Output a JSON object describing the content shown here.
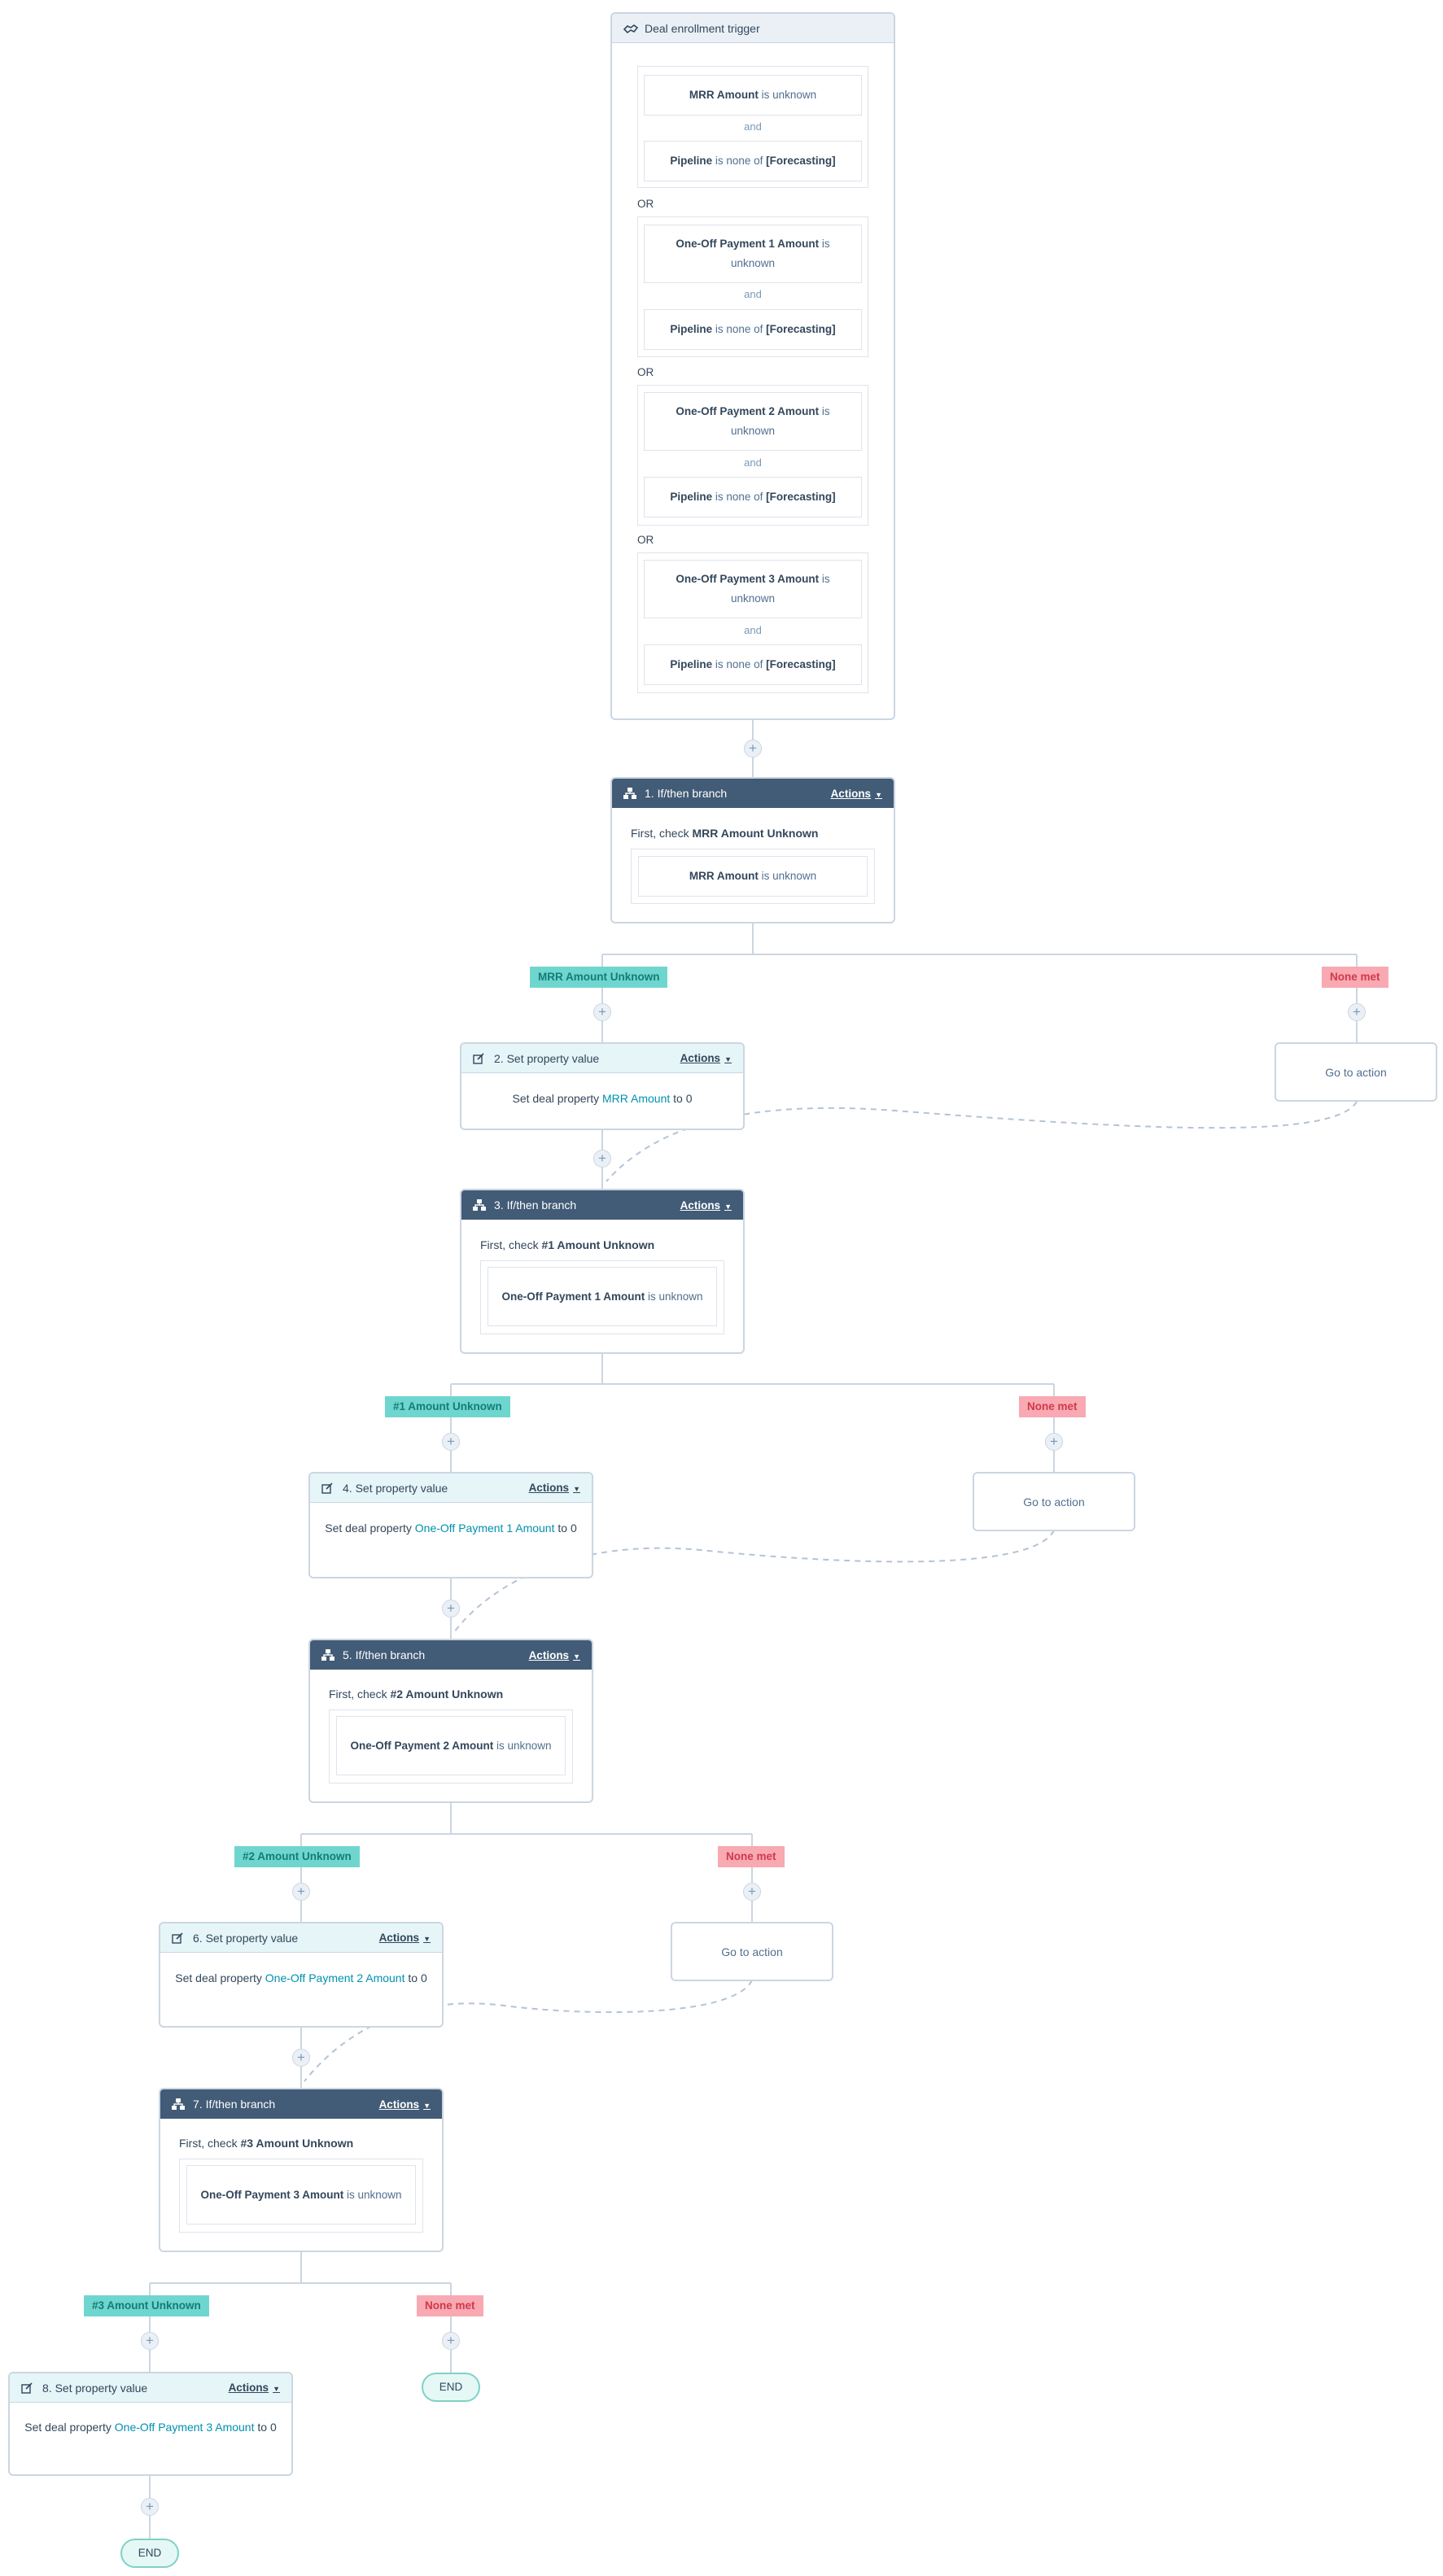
{
  "trigger": {
    "title": "Deal enrollment trigger",
    "icon": "deal-icon",
    "groups": [
      {
        "conditions": [
          {
            "prop": "MRR Amount",
            "op": "is unknown"
          },
          {
            "prop": "Pipeline",
            "op": "is none of",
            "val": "[Forecasting]"
          }
        ]
      },
      {
        "conditions": [
          {
            "prop": "One-Off Payment 1 Amount",
            "op": "is unknown"
          },
          {
            "prop": "Pipeline",
            "op": "is none of",
            "val": "[Forecasting]"
          }
        ]
      },
      {
        "conditions": [
          {
            "prop": "One-Off Payment 2 Amount",
            "op": "is unknown"
          },
          {
            "prop": "Pipeline",
            "op": "is none of",
            "val": "[Forecasting]"
          }
        ]
      },
      {
        "conditions": [
          {
            "prop": "One-Off Payment 3 Amount",
            "op": "is unknown"
          },
          {
            "prop": "Pipeline",
            "op": "is none of",
            "val": "[Forecasting]"
          }
        ]
      }
    ],
    "and_label": "and",
    "or_label": "OR"
  },
  "actions_label": "Actions",
  "branches": [
    {
      "title": "1. If/then branch",
      "first_prefix": "First, check",
      "check_name": "MRR Amount Unknown",
      "cond_prop": "MRR Amount",
      "cond_op": "is unknown",
      "yes_label": "MRR Amount Unknown",
      "no_label": "None met",
      "goto": "Go to action"
    },
    {
      "title": "3. If/then branch",
      "first_prefix": "First, check",
      "check_name": "#1 Amount Unknown",
      "cond_prop": "One-Off Payment 1 Amount",
      "cond_op": "is unknown",
      "yes_label": "#1 Amount Unknown",
      "no_label": "None met",
      "goto": "Go to action"
    },
    {
      "title": "5. If/then branch",
      "first_prefix": "First, check",
      "check_name": "#2 Amount Unknown",
      "cond_prop": "One-Off Payment 2 Amount",
      "cond_op": "is unknown",
      "yes_label": "#2 Amount Unknown",
      "no_label": "None met",
      "goto": "Go to action"
    },
    {
      "title": "7. If/then branch",
      "first_prefix": "First, check",
      "check_name": "#3 Amount Unknown",
      "cond_prop": "One-Off Payment 3 Amount",
      "cond_op": "is unknown",
      "yes_label": "#3 Amount Unknown",
      "no_label": "None met",
      "goto": "END"
    }
  ],
  "sets": [
    {
      "title": "2. Set property value",
      "prefix": "Set deal property",
      "prop": "MRR Amount",
      "suffix": "to 0"
    },
    {
      "title": "4. Set property value",
      "prefix": "Set deal property",
      "prop": "One-Off Payment 1 Amount",
      "suffix": "to 0"
    },
    {
      "title": "6. Set property value",
      "prefix": "Set deal property",
      "prop": "One-Off Payment 2 Amount",
      "suffix": "to 0"
    },
    {
      "title": "8. Set property value",
      "prefix": "Set deal property",
      "prop": "One-Off Payment 3 Amount",
      "suffix": "to 0"
    }
  ],
  "end_label": "END",
  "colors": {
    "dark_header": "#425b76",
    "teal_badge": "#6fd6cf",
    "pink_badge": "#f8a9b2",
    "link": "#0091ae",
    "border": "#cbd6e2"
  }
}
